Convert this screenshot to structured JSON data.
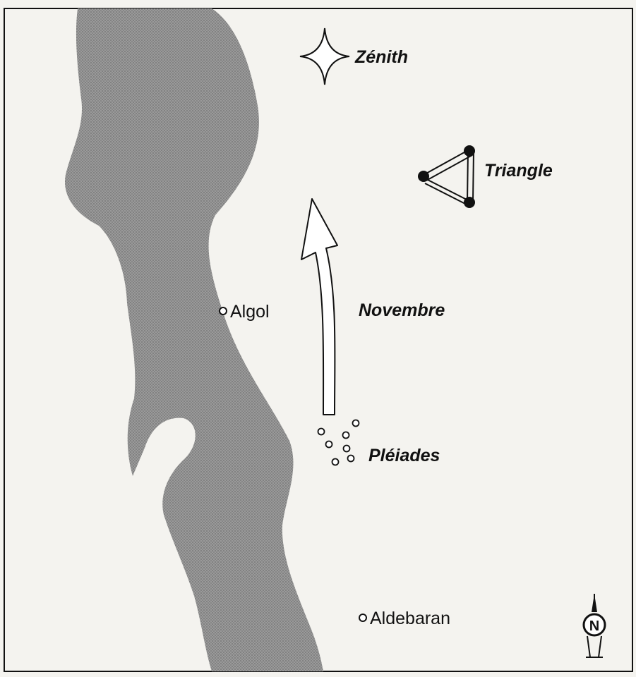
{
  "map": {
    "labels": {
      "zenith": "Zénith",
      "triangle": "Triangle",
      "novembre": "Novembre",
      "pleiades": "Pléiades",
      "algol": "Algol",
      "aldebaran": "Aldebaran",
      "north": "N"
    },
    "colors": {
      "paper": "#f4f3ef",
      "milky_way": "#8f8f8f",
      "ink": "#111111"
    }
  }
}
